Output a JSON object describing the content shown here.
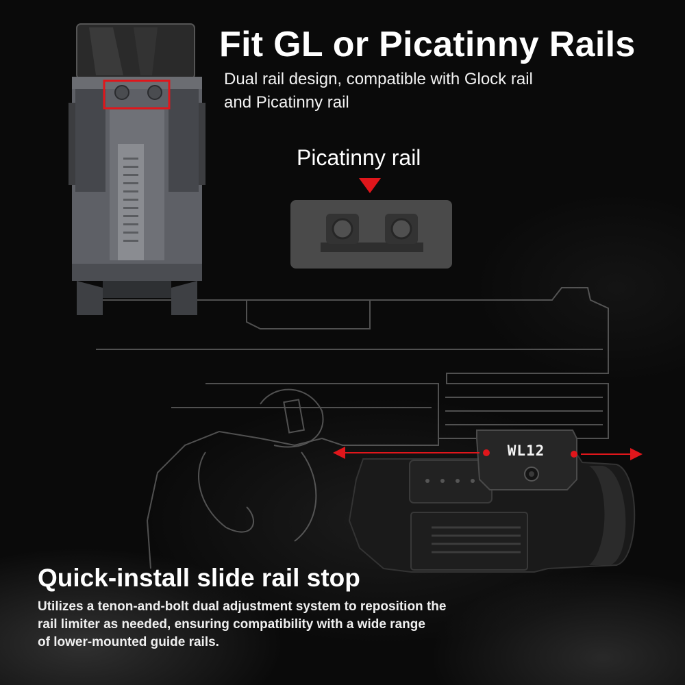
{
  "header": {
    "title": "Fit GL or Picatinny Rails",
    "subtitle_line1": "Dual rail design, compatible with Glock rail",
    "subtitle_line2": "and Picatinny rail"
  },
  "rail_callout": {
    "label": "Picatinny rail"
  },
  "product": {
    "model": "WL12"
  },
  "feature": {
    "heading": "Quick-install slide rail stop",
    "line1": "Utilizes a tenon-and-bolt dual adjustment system to reposition the",
    "line2": "rail limiter as needed, ensuring compatibility with a wide range",
    "line3": "of lower-mounted guide rails."
  },
  "colors": {
    "accent_red": "#e0161b",
    "background": "#0b0b0b",
    "text": "#ffffff"
  },
  "icons": [
    "down-triangle-icon",
    "double-arrow-icon"
  ]
}
